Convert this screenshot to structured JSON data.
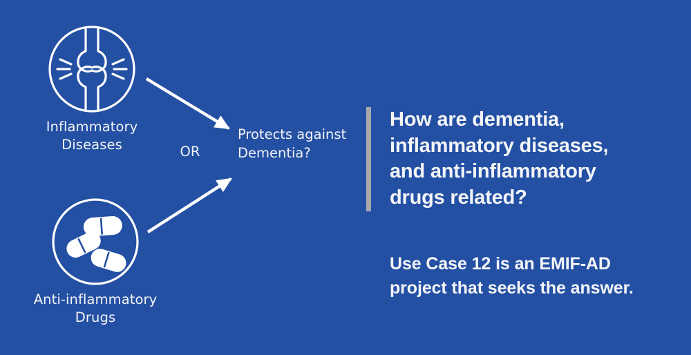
{
  "slide": {
    "background_color": "#2450a4",
    "text_color": "#f4f5f7",
    "accent_bar_color": "#a9a9ac"
  },
  "diagram": {
    "nodes": [
      {
        "id": "inflammatory-diseases",
        "icon": "inflamed-joint-icon",
        "label": "Inflammatory\nDiseases"
      },
      {
        "id": "anti-inflammatory-drugs",
        "icon": "pills-capsules-icon",
        "label": "Anti-inflammatory\nDrugs"
      }
    ],
    "connector_label": "OR",
    "outcome_label": "Protects against\nDementia?",
    "arrows": [
      {
        "name": "arrow-inflammatory-to-outcome",
        "direction": "down-right"
      },
      {
        "name": "arrow-drugs-to-outcome",
        "direction": "up-right"
      }
    ]
  },
  "panel": {
    "headline": "How are dementia,\ninflammatory diseases,\nand anti-inflammatory\ndrugs related?",
    "subhead": "Use Case 12 is an EMIF-AD\nproject that seeks the answer."
  }
}
